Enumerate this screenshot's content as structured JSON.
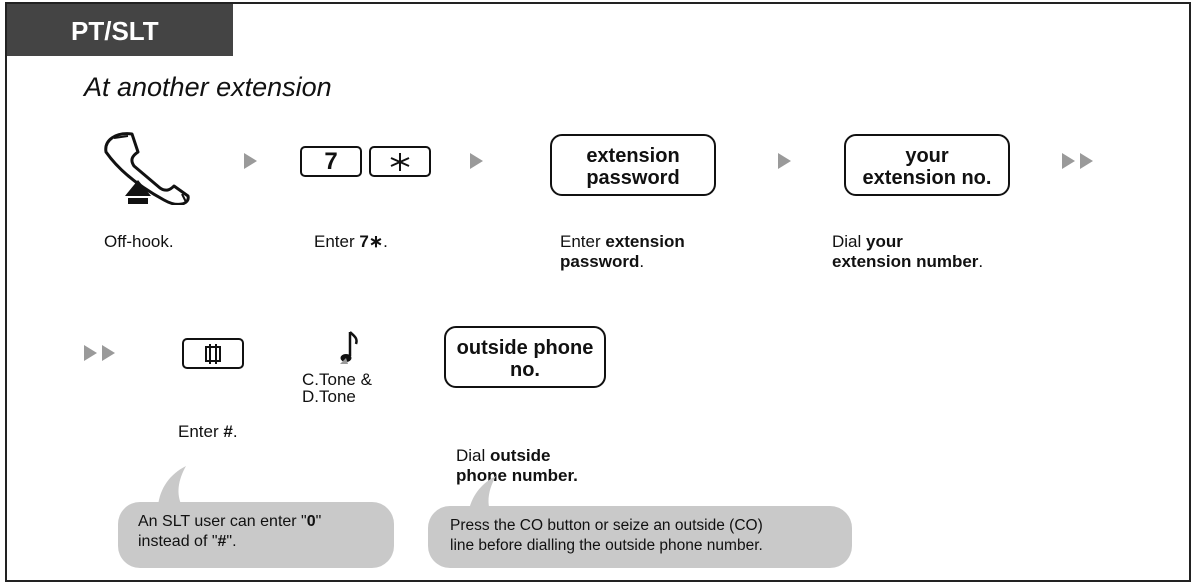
{
  "header": {
    "tab_label": "PT/SLT"
  },
  "context_label": "At another extension",
  "row1": {
    "step1": {
      "icon": "off-hook-handset-icon",
      "caption": "Off-hook."
    },
    "step2": {
      "key1": "7",
      "key2_icon": "star-key-icon",
      "caption_prefix": "Enter ",
      "caption_bold": "7∗",
      "caption_suffix": "."
    },
    "step3": {
      "box_line1": "extension",
      "box_line2": "password",
      "caption_prefix": "Enter ",
      "caption_bold_1": "extension",
      "caption_bold_2": "password",
      "caption_suffix": "."
    },
    "step4": {
      "box_line1": "your",
      "box_line2": "extension no.",
      "caption_prefix": "Dial ",
      "caption_bold_1": "your",
      "caption_bold_2": "extension number",
      "caption_suffix": "."
    }
  },
  "row2": {
    "step1": {
      "key_icon": "hash-key-icon",
      "caption_prefix": "Enter ",
      "caption_bold": "#",
      "caption_suffix": "."
    },
    "step2": {
      "icon": "music-note-icon",
      "tone_line1": "C.Tone &",
      "tone_line2": "D.Tone"
    },
    "step3": {
      "box_line1": "outside phone",
      "box_line2": "no.",
      "caption_prefix": "Dial ",
      "caption_bold_1": "outside",
      "caption_bold_2": "phone number."
    }
  },
  "notes": {
    "note1": {
      "line1_prefix": "An SLT user can enter \"",
      "line1_bold": "0",
      "line1_suffix": "\"",
      "line2_prefix": "instead of \"",
      "line2_bold": "#",
      "line2_suffix": "\"."
    },
    "note2": {
      "line1": "Press the CO button or seize an outside (CO)",
      "line2": "line before dialling the outside phone number."
    }
  },
  "colors": {
    "tab_background": "#444444",
    "bubble": "#c9c9c9",
    "arrow": "#9a9a9a"
  }
}
